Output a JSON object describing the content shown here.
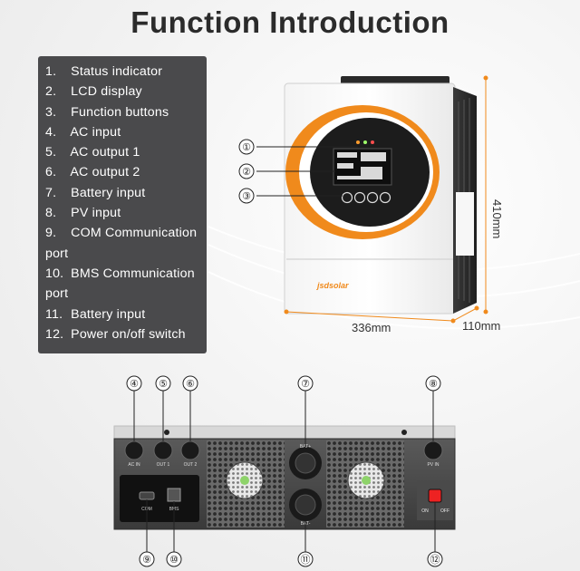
{
  "title": "Function Introduction",
  "features": [
    {
      "num": "1.",
      "text": "Status indicator"
    },
    {
      "num": "2.",
      "text": "LCD display"
    },
    {
      "num": "3.",
      "text": "Function buttons"
    },
    {
      "num": "4.",
      "text": "AC input"
    },
    {
      "num": "5.",
      "text": "AC output 1"
    },
    {
      "num": "6.",
      "text": "AC output 2"
    },
    {
      "num": "7.",
      "text": "Battery input"
    },
    {
      "num": "8.",
      "text": "PV input"
    },
    {
      "num": "9.",
      "text": "COM Communication port"
    },
    {
      "num": "10.",
      "text": "BMS Communication port"
    },
    {
      "num": "11.",
      "text": "Battery input"
    },
    {
      "num": "12.",
      "text": "Power on/off switch"
    }
  ],
  "dimensions": {
    "height": "410mm",
    "width": "336mm",
    "depth": "110mm"
  },
  "brand": "jsdsolar",
  "front_callouts": [
    "①",
    "②",
    "③"
  ],
  "bottom_callouts": {
    "ac_in": "④",
    "out1": "⑤",
    "out2": "⑥",
    "bat": "⑦",
    "pv": "⑧",
    "com": "⑨",
    "bms": "⑩",
    "bat2": "⑪",
    "switch": "⑫"
  },
  "port_labels": {
    "ac_in": "AC IN",
    "out1": "OUT 1",
    "out2": "OUT 2",
    "pv_in": "PV IN",
    "bat_pos": "BAT+",
    "bat_neg": "BAT-",
    "com": "COM",
    "bms": "BMS",
    "on": "ON",
    "off": "OFF"
  },
  "colors": {
    "accent_orange": "#f08a1c",
    "panel_dark": "#4a4a4c",
    "body_white": "#fbfbfb"
  }
}
